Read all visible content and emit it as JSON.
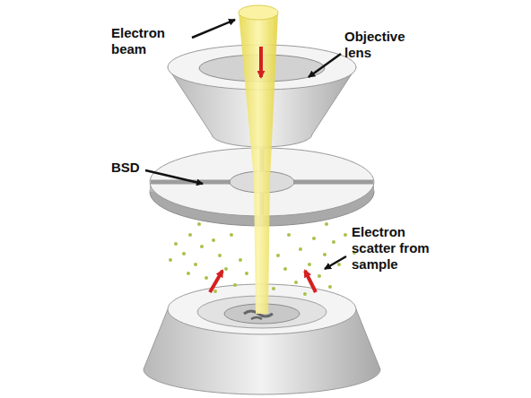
{
  "diagram": {
    "labels": [
      "Electron beam",
      "Objective lens",
      "BSD",
      "Electron scatter from sample"
    ]
  }
}
